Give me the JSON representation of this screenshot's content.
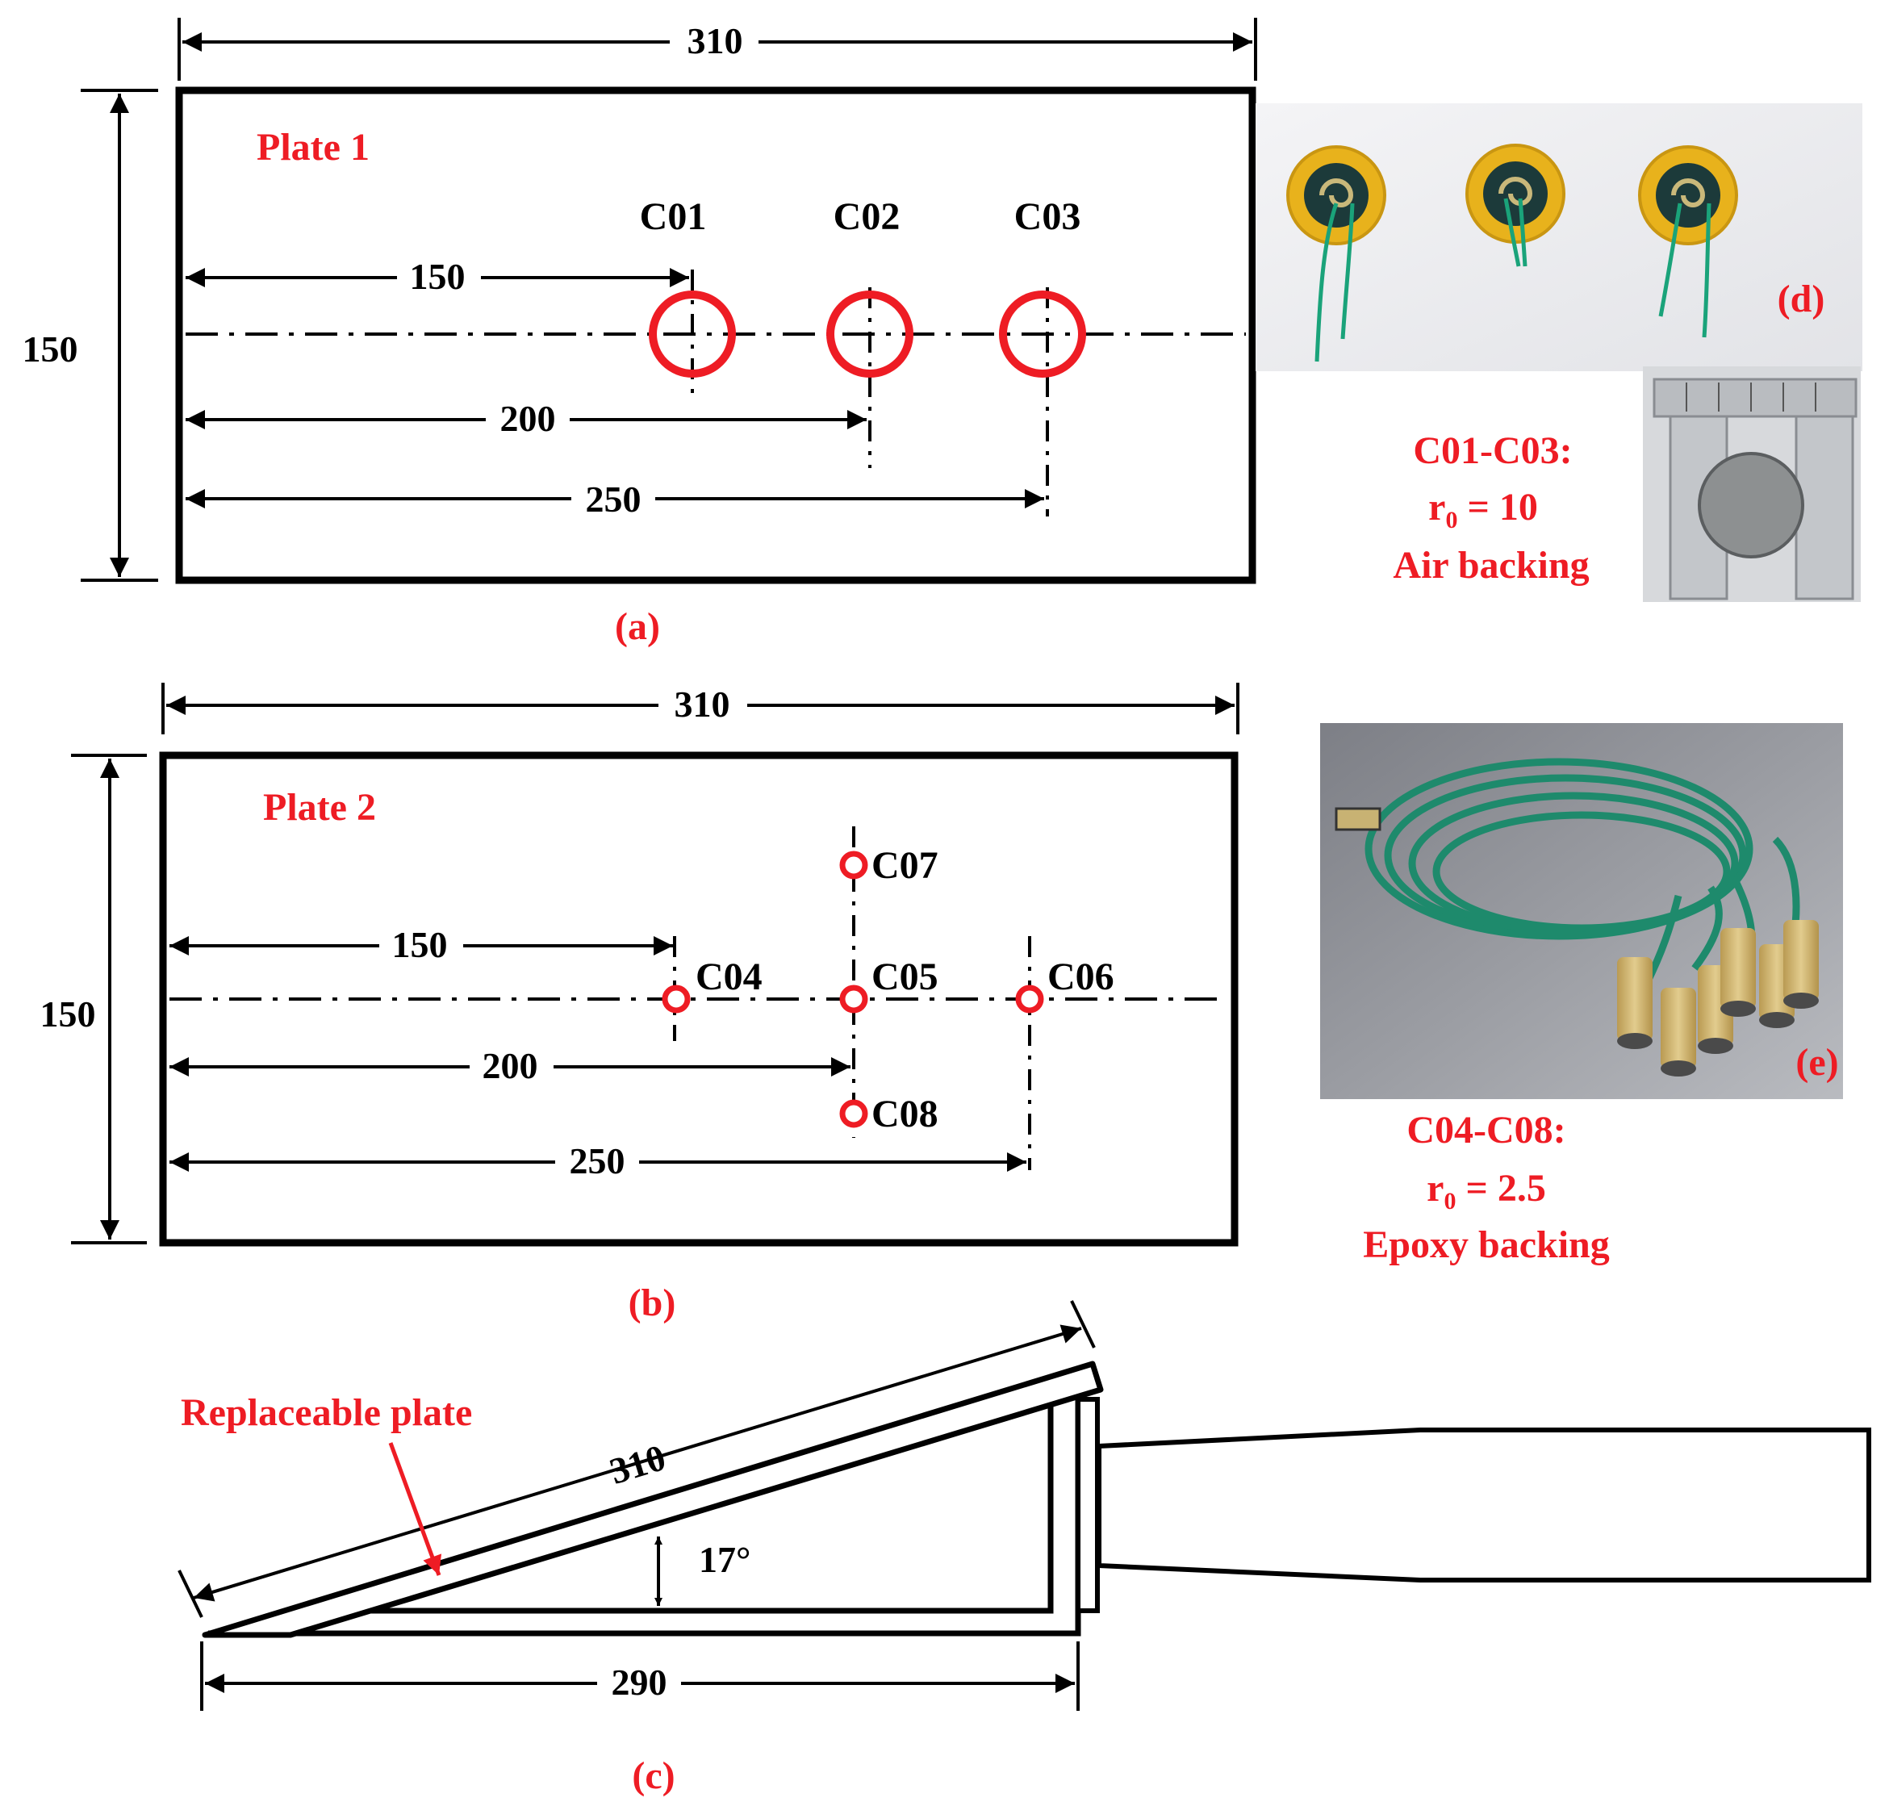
{
  "colors": {
    "line": "#000000",
    "accent": "#ee1c24"
  },
  "panel_a": {
    "caption": "(a)",
    "plate_label": "Plate 1",
    "dim_width": "310",
    "dim_height": "150",
    "dim_150": "150",
    "dim_200": "200",
    "dim_250": "250",
    "sensors": [
      "C01",
      "C02",
      "C03"
    ]
  },
  "panel_b": {
    "caption": "(b)",
    "plate_label": "Plate 2",
    "dim_width": "310",
    "dim_height": "150",
    "dim_150": "150",
    "dim_200": "200",
    "dim_250": "250",
    "sensors": [
      "C04",
      "C05",
      "C06",
      "C07",
      "C08"
    ]
  },
  "panel_c": {
    "caption": "(c)",
    "plate_note": "Replaceable plate",
    "dim_plate": "310",
    "dim_base": "290",
    "angle": "17°"
  },
  "panel_d": {
    "caption": "(d)",
    "spec_line1": "C01-C03:",
    "spec_r_symbol": "r",
    "spec_r_sub": "0",
    "spec_r_value": " = 10",
    "spec_line3": "Air backing"
  },
  "panel_e": {
    "caption": "(e)",
    "spec_line1": "C04-C08:",
    "spec_r_symbol": "r",
    "spec_r_sub": "0",
    "spec_r_value": " = 2.5",
    "spec_line3": "Epoxy backing"
  }
}
